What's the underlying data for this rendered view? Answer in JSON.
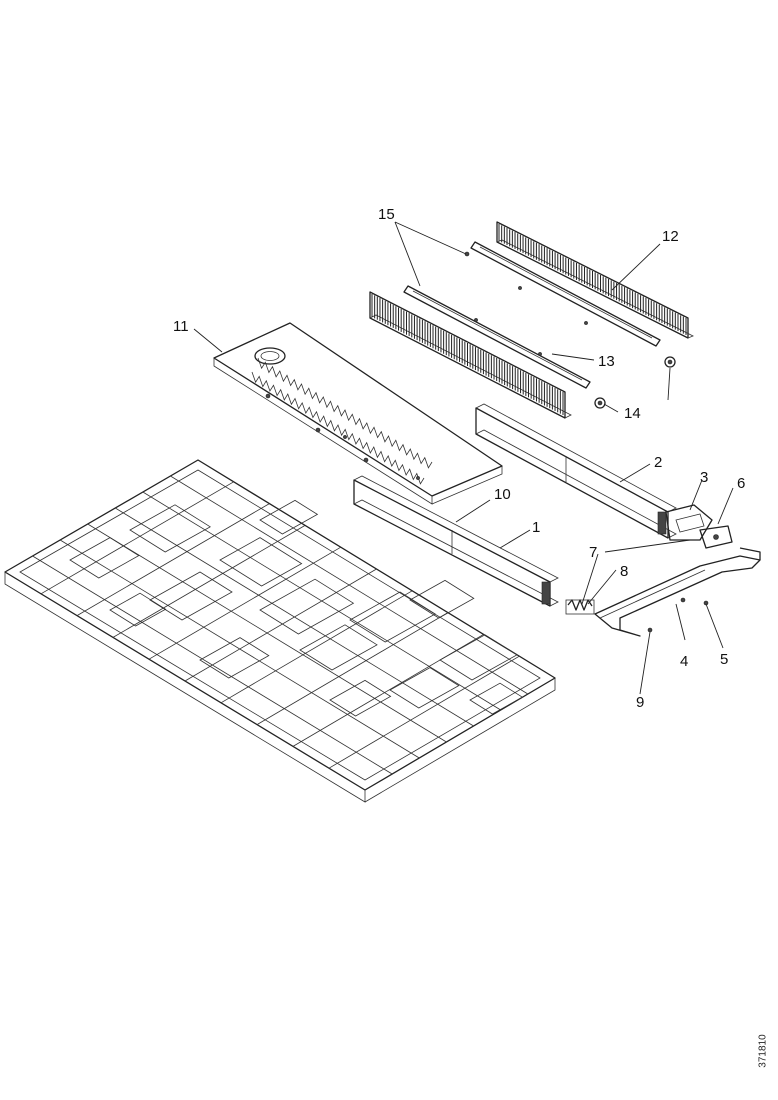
{
  "callouts": {
    "c1": "1",
    "c2": "2",
    "c3": "3",
    "c4": "4",
    "c5": "5",
    "c6": "6",
    "c7": "7",
    "c8": "8",
    "c9": "9",
    "c10": "10",
    "c11": "11",
    "c12": "12",
    "c13": "13",
    "c14": "14",
    "c15": "15"
  },
  "document_id": "371810"
}
